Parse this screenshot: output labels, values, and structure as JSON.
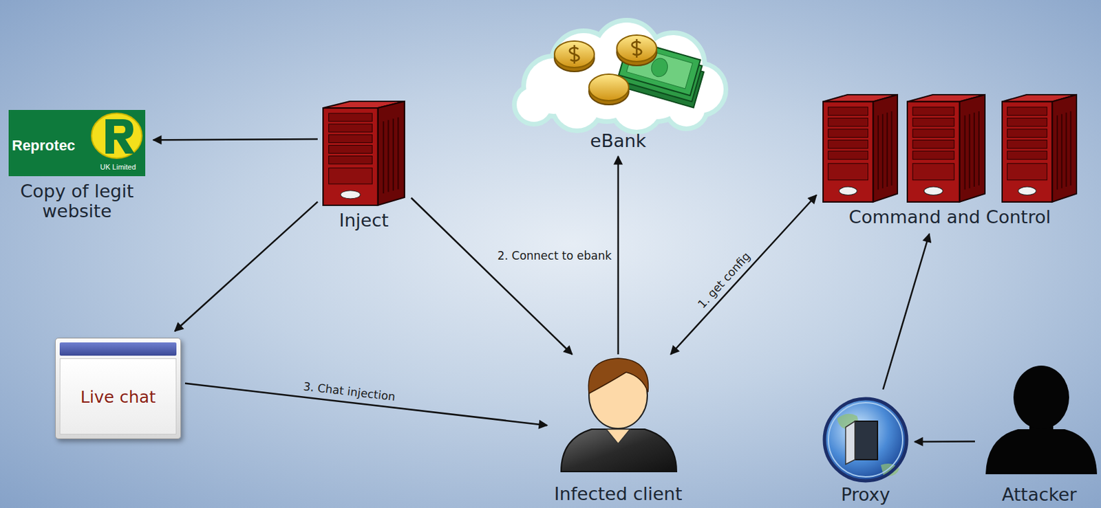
{
  "diagram": {
    "nodes": [
      {
        "text": [
          "Reprotec",
          "UK Limited",
          "Copy of legit website"
        ]
      },
      {
        "text": [
          "Inject"
        ]
      },
      {
        "text": [
          "eBank"
        ]
      },
      {
        "text": [
          "Command and Control"
        ]
      },
      {
        "text": [
          "Live chat"
        ]
      },
      {
        "text": [
          "Infected client"
        ]
      },
      {
        "text": [
          "Proxy"
        ]
      },
      {
        "text": [
          "Attacker"
        ]
      }
    ],
    "edges": [
      {
        "from": 1,
        "to": 0,
        "arrow": "to"
      },
      {
        "from": 1,
        "to": 4,
        "arrow": "to"
      },
      {
        "from": 1,
        "to": 5,
        "arrow": "to"
      },
      {
        "from": 5,
        "to": 2,
        "label": "2. Connect to ebank",
        "arrow": "to"
      },
      {
        "from": 5,
        "to": 3,
        "label": "1. get config",
        "arrow": "both"
      },
      {
        "from": 4,
        "to": 5,
        "label": "3. Chat injection",
        "arrow": "to"
      },
      {
        "from": 6,
        "to": 3,
        "arrow": "to"
      },
      {
        "from": 7,
        "to": 6,
        "arrow": "to"
      }
    ]
  }
}
